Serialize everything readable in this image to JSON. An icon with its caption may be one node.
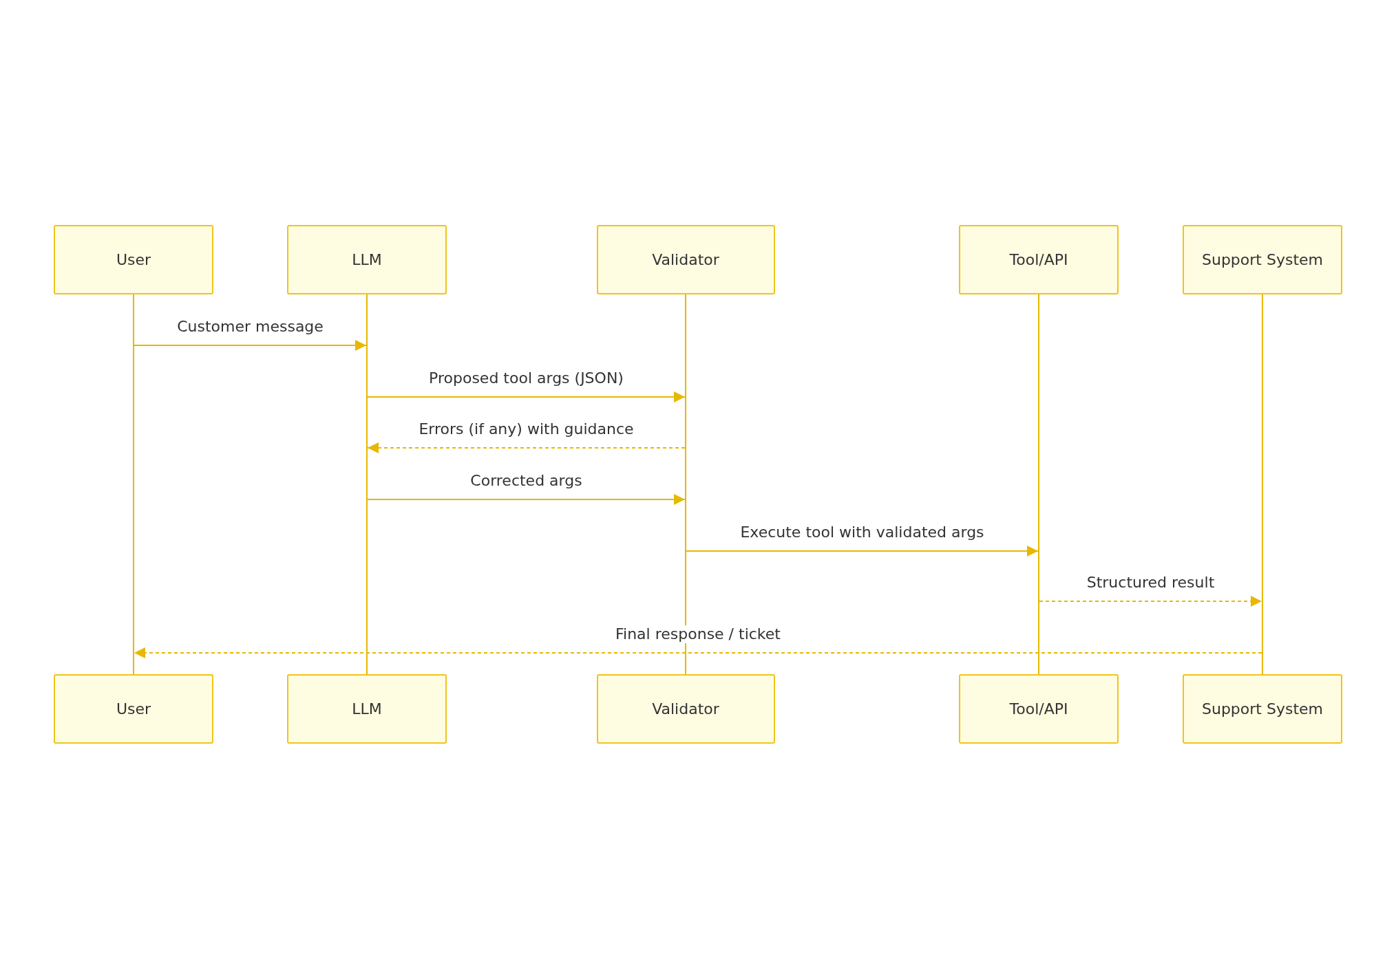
{
  "diagram": {
    "nodes": [
      {
        "text": [
          "User"
        ]
      },
      {
        "text": [
          "LLM"
        ]
      },
      {
        "text": [
          "Validator"
        ]
      },
      {
        "text": [
          "Tool/API"
        ]
      },
      {
        "text": [
          "Support System"
        ]
      },
      {
        "text": [
          "User"
        ]
      },
      {
        "text": [
          "LLM"
        ]
      },
      {
        "text": [
          "Validator"
        ]
      },
      {
        "text": [
          "Tool/API"
        ]
      },
      {
        "text": [
          "Support System"
        ]
      },
      {
        "text": [],
        "shape": "bar"
      },
      {
        "text": [],
        "shape": "bar"
      },
      {
        "text": [],
        "shape": "bar"
      },
      {
        "text": [],
        "shape": "bar"
      },
      {
        "text": [],
        "shape": "bar"
      }
    ],
    "edges": [
      {
        "from": 10,
        "to": 11,
        "arrow": "to",
        "label": "Customer message"
      },
      {
        "from": 11,
        "to": 12,
        "arrow": "to",
        "label": "Proposed tool args (JSON)"
      },
      {
        "from": 12,
        "to": 11,
        "arrow": "to",
        "label": "Errors (if any) with guidance",
        "style": "dashed"
      },
      {
        "from": 11,
        "to": 12,
        "arrow": "to",
        "label": "Corrected args"
      },
      {
        "from": 12,
        "to": 13,
        "arrow": "to",
        "label": "Execute tool with validated args"
      },
      {
        "from": 13,
        "to": 14,
        "arrow": "to",
        "label": "Structured result",
        "style": "dashed"
      },
      {
        "from": 14,
        "to": 10,
        "arrow": "to",
        "label": "Final response / ticket",
        "style": "dashed"
      }
    ]
  }
}
